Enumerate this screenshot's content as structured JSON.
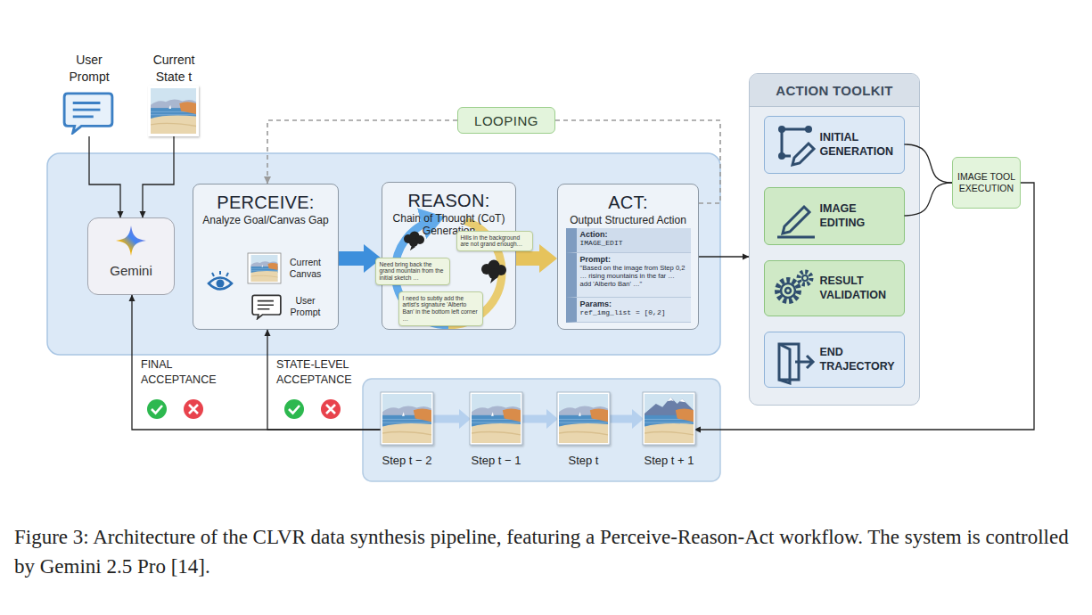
{
  "diagram": {
    "caption": "Figure 3: Architecture of the CLVR data synthesis pipeline, featuring a Perceive-Reason-Act workflow. The system is controlled by Gemini 2.5 Pro [14].",
    "nodes": [
      {
        "text": [
          "User Prompt"
        ]
      },
      {
        "text": [
          "Current State t"
        ]
      },
      {
        "text": [
          "Gemini"
        ]
      },
      {
        "text": [
          "PERCEIVE:",
          "Analyze Goal/Canvas Gap"
        ]
      },
      {
        "text": [
          "Current Canvas"
        ],
        "in": 3
      },
      {
        "text": [
          "User Prompt"
        ],
        "in": 3
      },
      {
        "text": [
          "REASON:",
          "Chain of Thought (CoT) Generation"
        ]
      },
      {
        "text": [
          "Hills in the background are not grand enough…"
        ],
        "in": 6
      },
      {
        "text": [
          "Need bring back the grand mountain from the initial sketch …"
        ],
        "in": 6
      },
      {
        "text": [
          "I need to subtly add the artist's signature 'Alberto Ban' in the bottom left corner …"
        ],
        "in": 6
      },
      {
        "text": [
          "ACT:",
          "Output Structured Action"
        ]
      },
      {
        "text": [
          "Action:",
          "IMAGE_EDIT"
        ],
        "in": 10
      },
      {
        "text": [
          "Prompt:",
          "\"Based on the image from Step 0,2 … rising mountains in the far … add 'Alberto Ban' …\""
        ],
        "in": 10
      },
      {
        "text": [
          "Params:",
          "ref_img_list = [0,2]"
        ],
        "in": 10
      },
      {
        "text": [
          "LOOPING"
        ]
      },
      {
        "text": [
          "ACTION TOOLKIT"
        ]
      },
      {
        "text": [
          "INITIAL GENERATION"
        ],
        "in": 15
      },
      {
        "text": [
          "IMAGE EDITING"
        ],
        "in": 15
      },
      {
        "text": [
          "RESULT VALIDATION"
        ],
        "in": 15
      },
      {
        "text": [
          "END TRAJECTORY"
        ],
        "in": 15
      },
      {
        "text": [
          "IMAGE TOOL EXECUTION"
        ]
      },
      {
        "text": [
          "Step t − 2"
        ]
      },
      {
        "text": [
          "Step t − 1"
        ]
      },
      {
        "text": [
          "Step t"
        ]
      },
      {
        "text": [
          "Step t + 1"
        ]
      }
    ],
    "edges": [
      {
        "from": 0,
        "to": 2,
        "arrow": "to"
      },
      {
        "from": 1,
        "to": 2,
        "arrow": "to"
      },
      {
        "from": 3,
        "to": 6,
        "arrow": "to"
      },
      {
        "from": 6,
        "to": 10,
        "arrow": "to"
      },
      {
        "from": 10,
        "to": 14,
        "arrow": "none"
      },
      {
        "from": 14,
        "to": 3,
        "arrow": "to"
      },
      {
        "from": 10,
        "to": 15,
        "arrow": "to"
      },
      {
        "from": 16,
        "to": 20,
        "arrow": "none"
      },
      {
        "from": 17,
        "to": 20,
        "arrow": "none"
      },
      {
        "from": 20,
        "to": 24,
        "arrow": "to"
      },
      {
        "from": 21,
        "to": 22,
        "arrow": "to"
      },
      {
        "from": 22,
        "to": 23,
        "arrow": "to"
      },
      {
        "from": 23,
        "to": 24,
        "arrow": "to"
      },
      {
        "from": 21,
        "to": 2,
        "label": "FINAL ACCEPTANCE",
        "arrow": "to"
      },
      {
        "from": 21,
        "to": 3,
        "label": "STATE-LEVEL ACCEPTANCE",
        "arrow": "to"
      }
    ]
  }
}
